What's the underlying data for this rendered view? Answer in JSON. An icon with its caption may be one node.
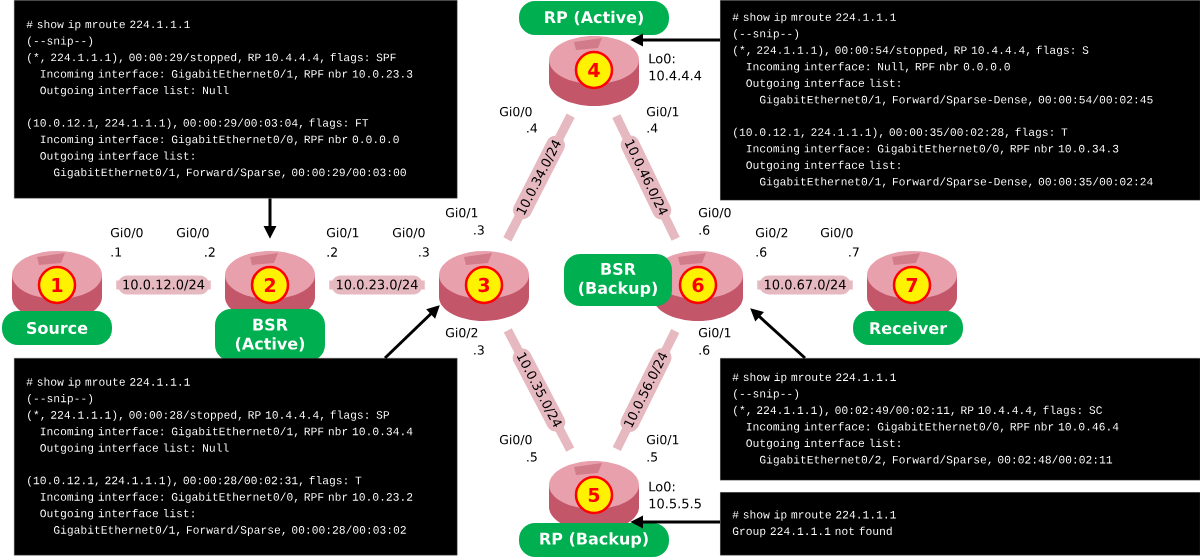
{
  "diagram": {
    "nodes": [
      {
        "text": [
          "1"
        ]
      },
      {
        "text": [
          "2"
        ]
      },
      {
        "text": [
          "3"
        ]
      },
      {
        "text": [
          "4"
        ],
        "beside": [
          "Lo0: 10.4.4.4"
        ]
      },
      {
        "text": [
          "5"
        ],
        "beside": [
          "Lo0: 10.5.5.5"
        ]
      },
      {
        "text": [
          "6"
        ]
      },
      {
        "text": [
          "7"
        ]
      },
      {
        "text": [
          "Source"
        ]
      },
      {
        "text": [
          "BSR (Active)"
        ]
      },
      {
        "text": [
          "RP (Active)"
        ]
      },
      {
        "text": [
          "BSR (Backup)"
        ]
      },
      {
        "text": [
          "Receiver"
        ]
      },
      {
        "text": [
          "RP (Backup)"
        ]
      },
      {
        "text": [
          "# show ip mroute 224.1.1.1",
          "(--snip--)",
          "(*, 224.1.1.1), 00:00:29/stopped, RP 10.4.4.4, flags: SPF",
          "Incoming interface: GigabitEthernet0/1, RPF nbr 10.0.23.3",
          "Outgoing interface list: Null",
          "(10.0.12.1, 224.1.1.1), 00:00:29/00:03:04, flags: FT",
          "Incoming interface: GigabitEthernet0/0, RPF nbr 0.0.0.0",
          "Outgoing interface list:",
          "GigabitEthernet0/1, Forward/Sparse, 00:00:29/00:03:00"
        ]
      },
      {
        "text": [
          "# show ip mroute 224.1.1.1",
          "(--snip--)",
          "(*, 224.1.1.1), 00:00:54/stopped, RP 10.4.4.4, flags: S",
          "Incoming interface: Null, RPF nbr 0.0.0.0",
          "Outgoing interface list:",
          "GigabitEthernet0/1, Forward/Sparse-Dense, 00:00:54/00:02:45",
          "(10.0.12.1, 224.1.1.1), 00:00:35/00:02:28, flags: T",
          "Incoming interface: GigabitEthernet0/0, RPF nbr 10.0.34.3",
          "Outgoing interface list:",
          "GigabitEthernet0/1, Forward/Sparse-Dense, 00:00:35/00:02:24"
        ]
      },
      {
        "text": [
          "# show ip mroute 224.1.1.1",
          "(--snip--)",
          "(*, 224.1.1.1), 00:00:28/stopped, RP 10.4.4.4, flags: SP",
          "Incoming interface: GigabitEthernet0/1, RPF nbr 10.0.34.4",
          "Outgoing interface list: Null",
          "(10.0.12.1, 224.1.1.1), 00:00:28/00:02:31, flags: T",
          "Incoming interface: GigabitEthernet0/0, RPF nbr 10.0.23.2",
          "Outgoing interface list:",
          "GigabitEthernet0/1, Forward/Sparse, 00:00:28/00:03:02"
        ]
      },
      {
        "text": [
          "# show ip mroute 224.1.1.1",
          "(--snip--)",
          "(*, 224.1.1.1), 00:02:49/00:02:11, RP 10.4.4.4, flags: SC",
          "Incoming interface: GigabitEthernet0/0, RPF nbr 10.0.46.4",
          "Outgoing interface list:",
          "GigabitEthernet0/2, Forward/Sparse, 00:02:48/00:02:11"
        ]
      },
      {
        "text": [
          "# show ip mroute 224.1.1.1",
          "Group 224.1.1.1 not found"
        ]
      }
    ],
    "edges": [
      {
        "from": 0,
        "to": 1,
        "arrow": "none",
        "label": "10.0.12.0/24"
      },
      {
        "from": 1,
        "to": 2,
        "arrow": "none",
        "label": "10.0.23.0/24"
      },
      {
        "from": 2,
        "to": 3,
        "arrow": "none",
        "label": "10.0.34.0/24"
      },
      {
        "from": 3,
        "to": 5,
        "arrow": "none",
        "label": "10.0.46.0/24"
      },
      {
        "from": 2,
        "to": 4,
        "arrow": "none",
        "label": "10.0.35.0/24"
      },
      {
        "from": 4,
        "to": 5,
        "arrow": "none",
        "label": "10.0.56.0/24"
      },
      {
        "from": 5,
        "to": 6,
        "arrow": "none",
        "label": "10.0.67.0/24"
      },
      {
        "from": 13,
        "to": 1,
        "arrow": "to",
        "color": "#000000"
      },
      {
        "from": 15,
        "to": 2,
        "arrow": "to",
        "color": "#000000"
      },
      {
        "from": 14,
        "to": 3,
        "arrow": "to",
        "color": "#000000"
      },
      {
        "from": 16,
        "to": 5,
        "arrow": "to",
        "color": "#000000"
      },
      {
        "from": 17,
        "to": 4,
        "arrow": "to",
        "color": "#000000"
      }
    ],
    "labels": [
      "Gi0/0",
      ".4",
      "Gi0/1",
      ".4",
      "Gi0/1",
      ".3",
      "Gi0/0",
      ".6",
      "Gi0/0",
      ".1",
      "Gi0/0",
      ".2",
      "Gi0/1",
      ".2",
      "Gi0/0",
      ".3",
      "Gi0/2",
      ".6",
      "Gi0/0",
      ".7",
      "Gi0/2",
      ".3",
      "Gi0/1",
      ".6",
      "Gi0/0",
      ".5",
      "Gi0/1",
      ".5"
    ]
  }
}
